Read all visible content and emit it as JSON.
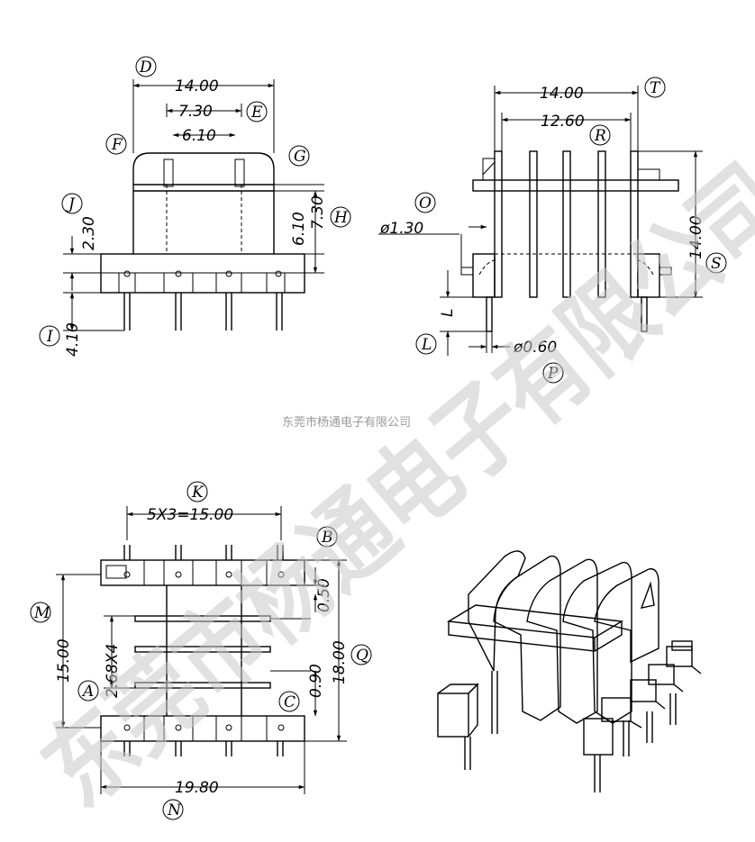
{
  "caption": "东莞市杨通电子有限公司",
  "watermark": "东莞市杨通电子有限公司",
  "colors": {
    "line": "#000000",
    "watermark": "#c9c9c9",
    "caption": "#9a9a9a"
  },
  "front_view": {
    "labels": {
      "D": "D",
      "E": "E",
      "F": "F",
      "G": "G",
      "H": "H",
      "I": "I",
      "J": "J"
    },
    "dims": {
      "width": "14.00",
      "outer": "7.30",
      "inner": "6.10",
      "ledge": "2.30",
      "pin": "4.10",
      "h1": "6.10",
      "h2": "7.30"
    }
  },
  "side_view": {
    "labels": {
      "O": "O",
      "R": "R",
      "T": "T",
      "S": "S",
      "L": "L",
      "P": "P"
    },
    "dims": {
      "width": "14.00",
      "inner": "12.60",
      "height": "14.00",
      "pin_dia": "ø1.30",
      "pin_len": "L",
      "pin_small": "ø0.60"
    }
  },
  "bottom_view": {
    "labels": {
      "K": "K",
      "B": "B",
      "M": "M",
      "A": "A",
      "C": "C",
      "Q": "Q",
      "N": "N"
    },
    "dims": {
      "pitch": "5X3=15.00",
      "b": "0.50",
      "row": "15.00",
      "overall": "18.00",
      "slots": "2.68X4",
      "c": "0.90",
      "width": "19.80"
    }
  }
}
